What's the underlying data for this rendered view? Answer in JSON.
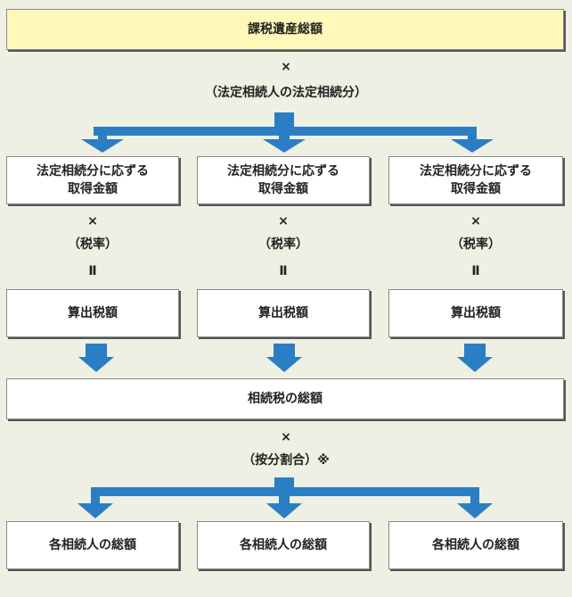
{
  "header": {
    "title": "課税遺産総額"
  },
  "top_operation": {
    "symbol": "×",
    "label": "（法定相続人の法定相続分）"
  },
  "columns": [
    {
      "acquisition_line1": "法定相続分に応ずる",
      "acquisition_line2": "取得金額",
      "times": "×",
      "rate": "（税率）",
      "equals": "Ⅱ",
      "result": "算出税額"
    },
    {
      "acquisition_line1": "法定相続分に応ずる",
      "acquisition_line2": "取得金額",
      "times": "×",
      "rate": "（税率）",
      "equals": "Ⅱ",
      "result": "算出税額"
    },
    {
      "acquisition_line1": "法定相続分に応ずる",
      "acquisition_line2": "取得金額",
      "times": "×",
      "rate": "（税率）",
      "equals": "Ⅱ",
      "result": "算出税額"
    }
  ],
  "total_tax": {
    "label": "相続税の総額"
  },
  "bottom_operation": {
    "symbol": "×",
    "label": "（按分割合）※"
  },
  "heirs": [
    {
      "label": "各相続人の総額"
    },
    {
      "label": "各相続人の総額"
    },
    {
      "label": "各相続人の総額"
    }
  ],
  "colors": {
    "background": "#eef0e4",
    "header_fill": "#fff8b8",
    "arrow": "#2b7ec4",
    "box_fill": "#ffffff"
  }
}
